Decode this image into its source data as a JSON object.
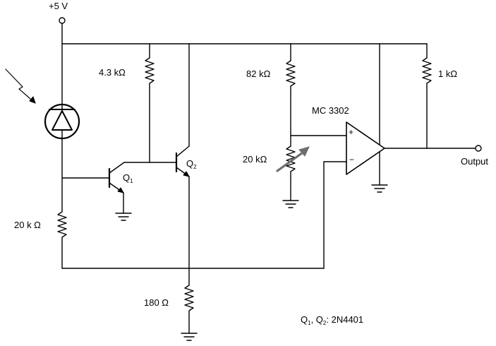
{
  "labels": {
    "supply": "+5 V",
    "r_top_left": "4.3 kΩ",
    "r_82k": "82 kΩ",
    "r_1k": "1 kΩ",
    "opamp": "MC 3302",
    "pot": "20 kΩ",
    "r_20k_left": "20 k Ω",
    "r_180": "180 Ω",
    "output": "Output",
    "opamp_plus": "+",
    "opamp_minus": "−",
    "q1_letter": "Q",
    "q1_sub": "1",
    "q2_letter": "Q",
    "q2_sub": "2",
    "note_q1": "Q",
    "note_q1_sub": "1",
    "note_sep": ", Q",
    "note_q2_sub": "2",
    "note_part": ":  2N4401"
  }
}
